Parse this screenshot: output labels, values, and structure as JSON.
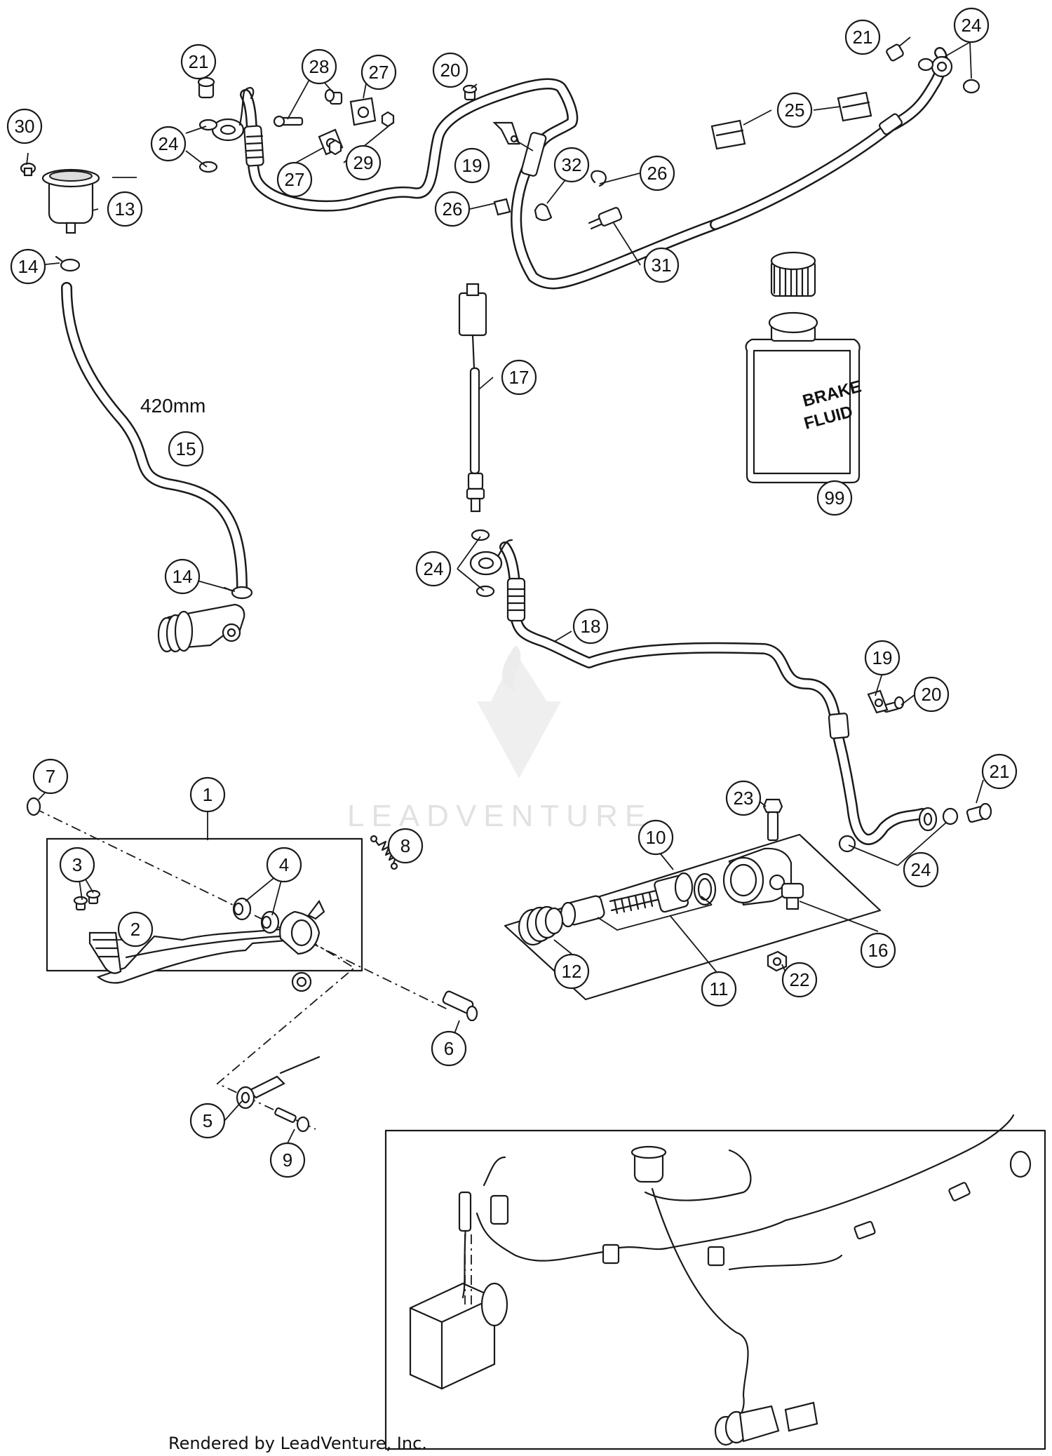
{
  "diagram": {
    "callouts": [
      "1",
      "2",
      "3",
      "4",
      "5",
      "6",
      "7",
      "8",
      "9",
      "10",
      "11",
      "12",
      "13",
      "14",
      "14",
      "15",
      "16",
      "17",
      "18",
      "19",
      "19",
      "20",
      "20",
      "21",
      "21",
      "21",
      "22",
      "23",
      "24",
      "24",
      "24",
      "24",
      "25",
      "26",
      "26",
      "27",
      "27",
      "28",
      "29",
      "30",
      "31",
      "32",
      "99"
    ],
    "dimension_label": "420mm",
    "brake_fluid_can": {
      "line1": "BRAKE",
      "line2": "FLUID"
    },
    "watermark": "LEADVENTURE",
    "footer": "Rendered by LeadVenture, Inc."
  }
}
